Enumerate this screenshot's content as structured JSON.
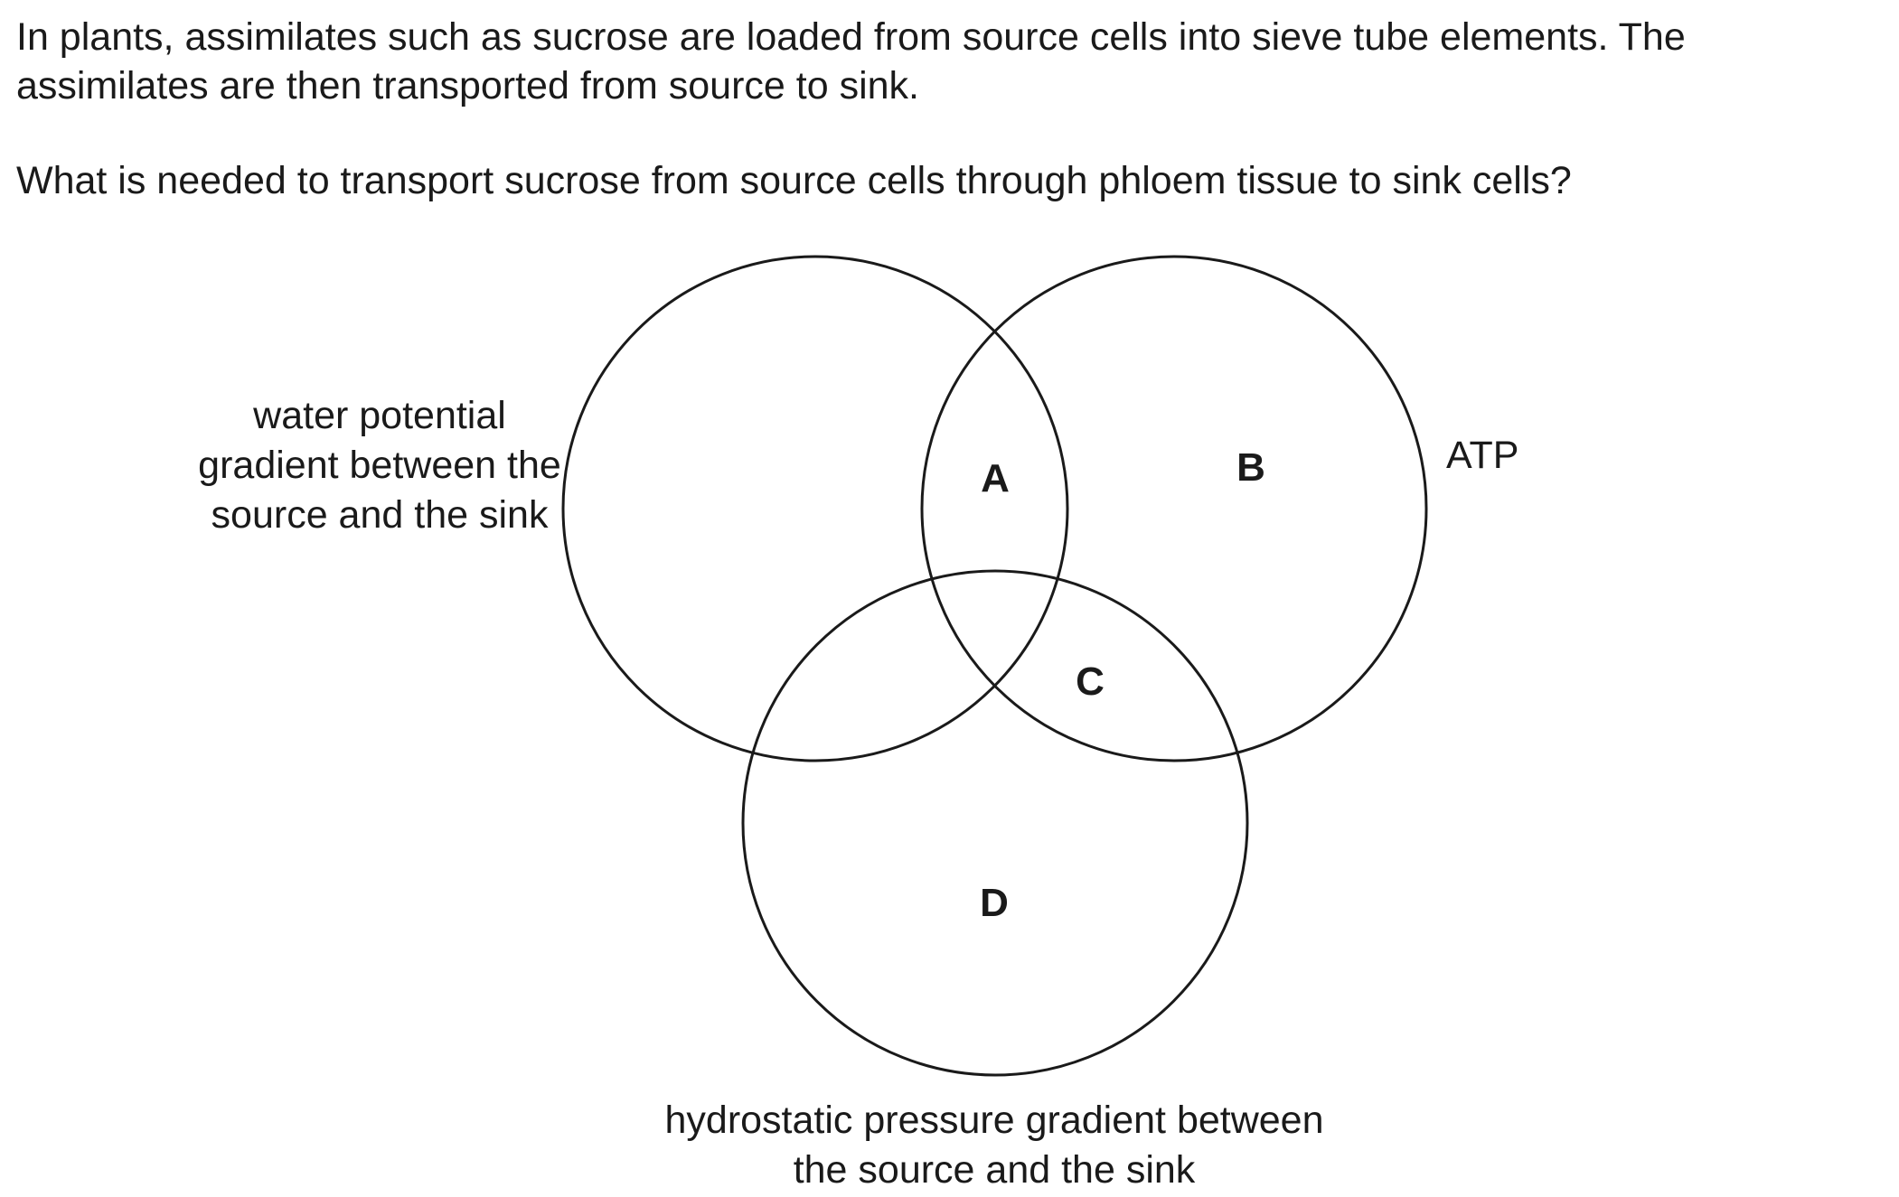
{
  "question": {
    "intro": "In plants, assimilates such as sucrose are loaded from source cells into sieve tube elements. The assimilates are then transported from source to sink.",
    "prompt": "What is needed to transport sucrose from source cells through phloem tissue to sink cells?"
  },
  "venn": {
    "sets": {
      "water_potential": "water potential gradient between the source and the sink",
      "atp": "ATP",
      "hydrostatic": "hydrostatic pressure gradient between the source and the sink"
    },
    "regions": {
      "a": "A",
      "b": "B",
      "c": "C",
      "d": "D"
    }
  }
}
